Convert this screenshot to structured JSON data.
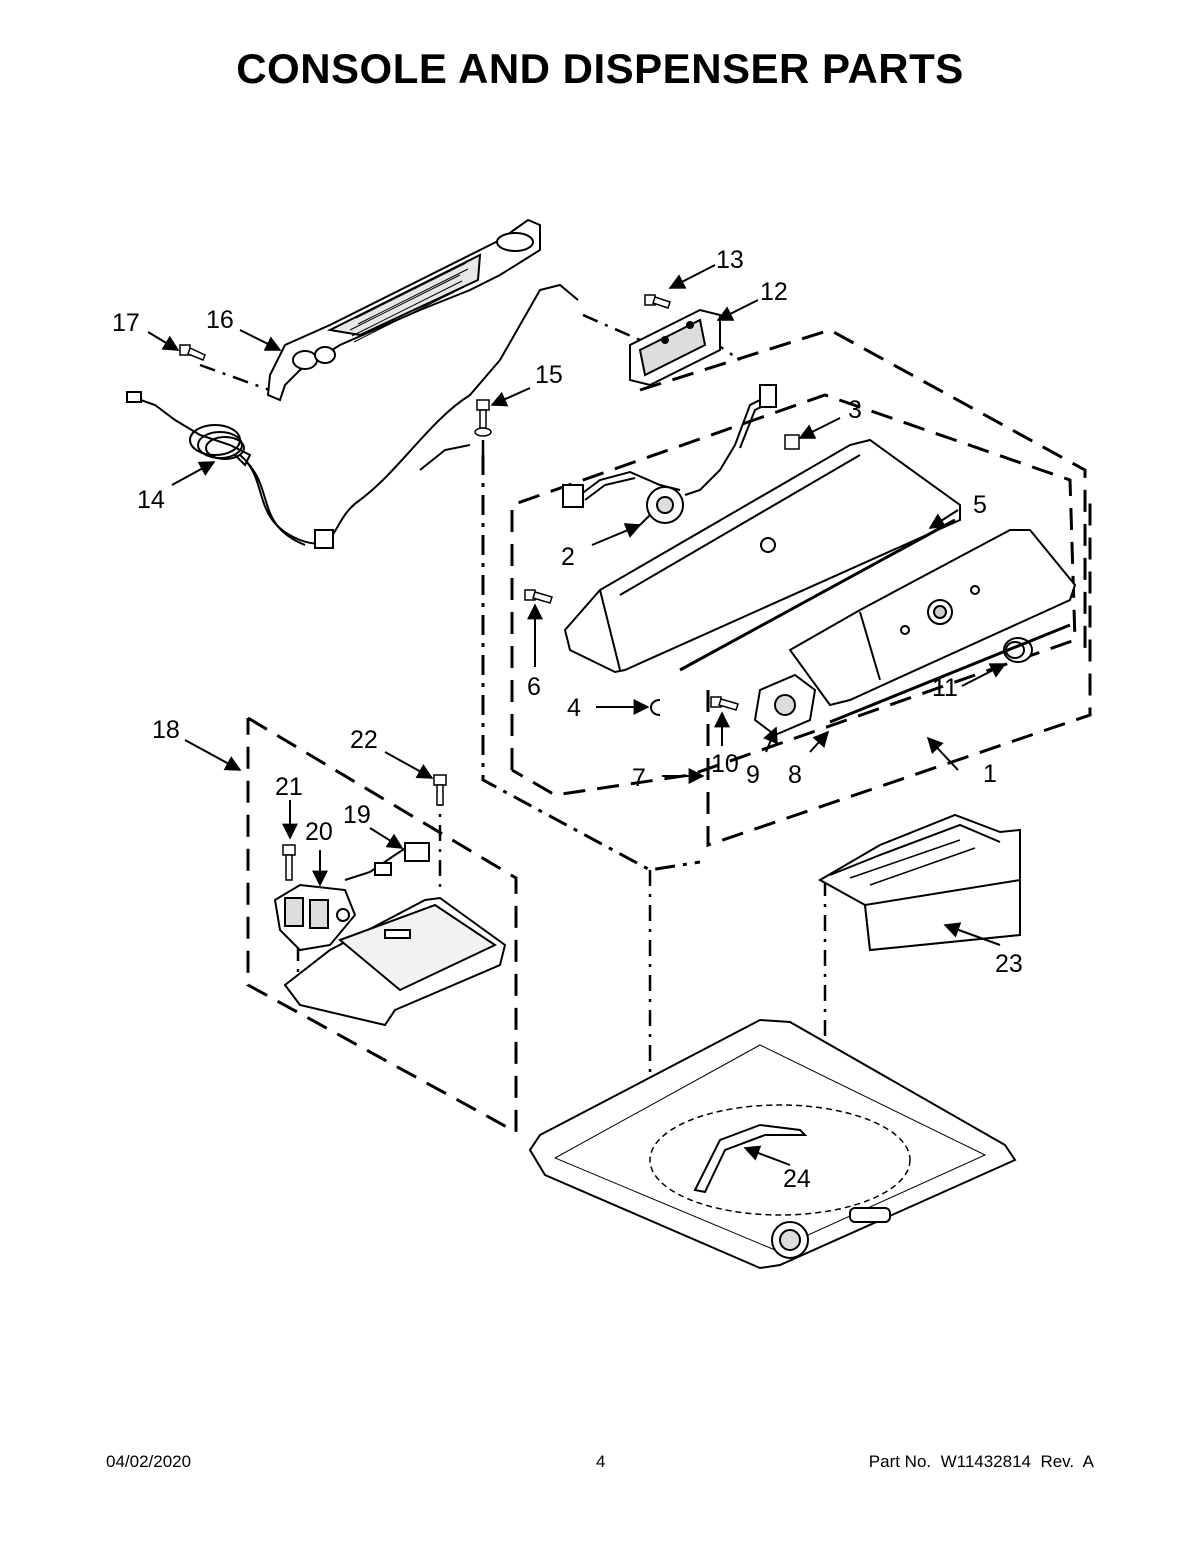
{
  "page": {
    "title": "CONSOLE AND DISPENSER PARTS"
  },
  "callouts": {
    "c1": "1",
    "c2": "2",
    "c3": "3",
    "c4": "4",
    "c5": "5",
    "c6": "6",
    "c7": "7",
    "c8": "8",
    "c9": "9",
    "c10": "10",
    "c11": "11",
    "c12": "12",
    "c13": "13",
    "c14": "14",
    "c15": "15",
    "c16": "16",
    "c17": "17",
    "c18": "18",
    "c19": "19",
    "c20": "20",
    "c21": "21",
    "c22": "22",
    "c23": "23",
    "c24": "24"
  },
  "footer": {
    "date": "04/02/2020",
    "page_number": "4",
    "part_number": "Part No.  W11432814  Rev.  A"
  },
  "colors": {
    "line": "#000000",
    "part_fill": "#ffffff",
    "shade": "#d0d0d0"
  }
}
